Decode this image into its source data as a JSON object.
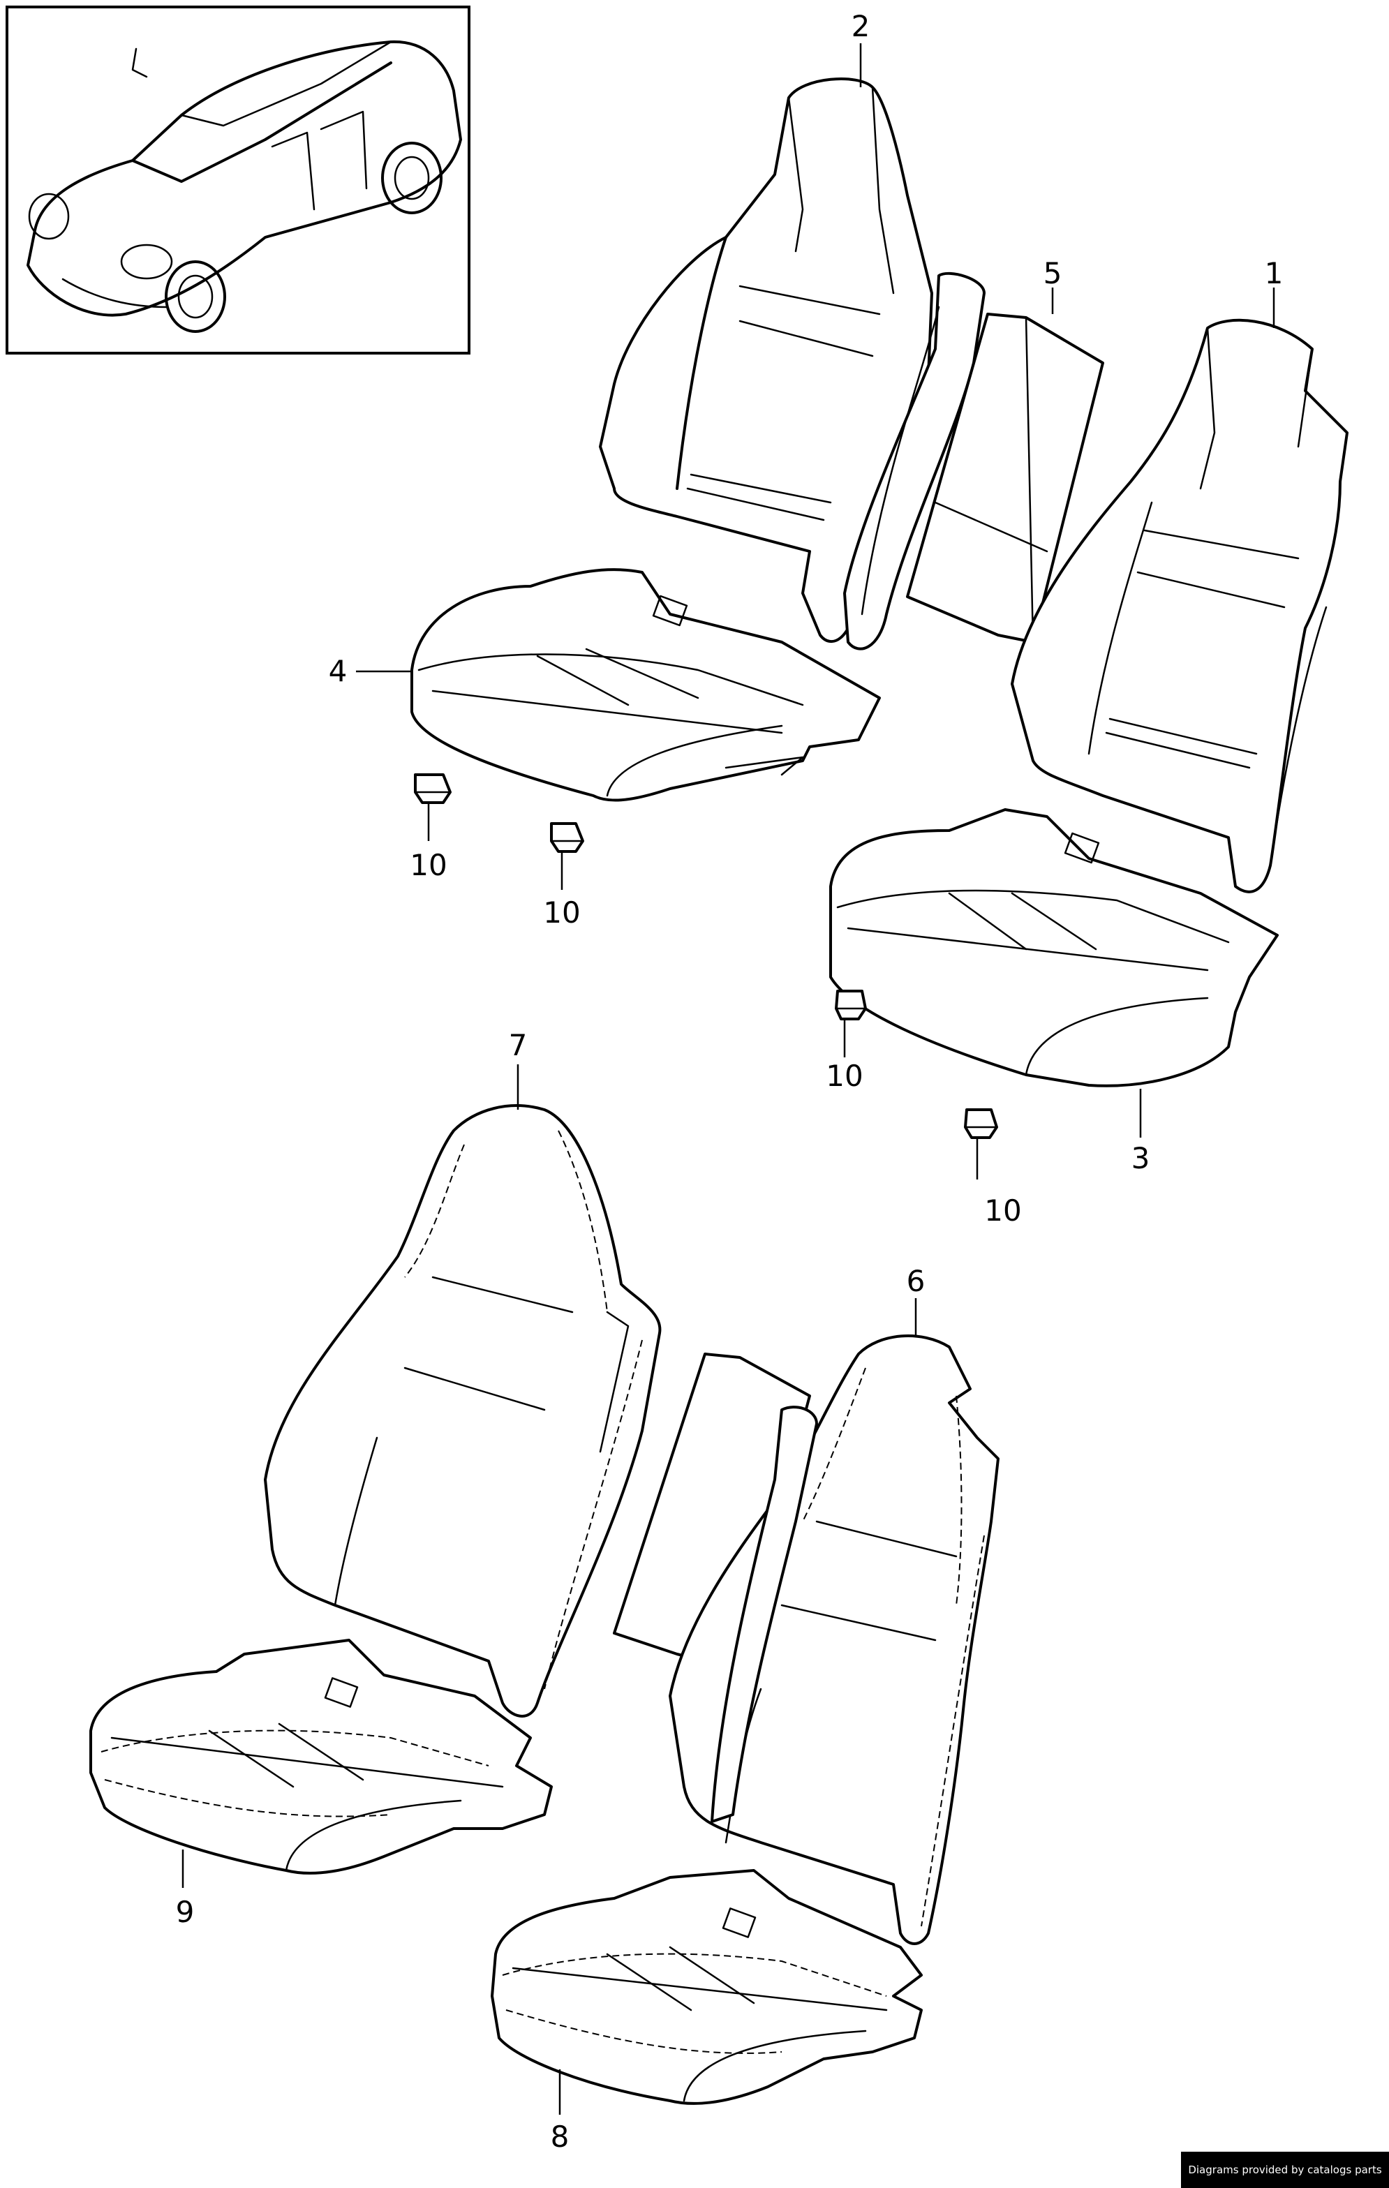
{
  "callouts": {
    "c1": "1",
    "c2": "2",
    "c3": "3",
    "c4": "4",
    "c5": "5",
    "c6": "6",
    "c7": "7",
    "c8": "8",
    "c9": "9",
    "c10a": "10",
    "c10b": "10",
    "c10c": "10",
    "c10d": "10"
  },
  "credit": "Diagrams provided by catalogs parts",
  "icons": {
    "vehicle": "car-thumbnail-icon"
  }
}
